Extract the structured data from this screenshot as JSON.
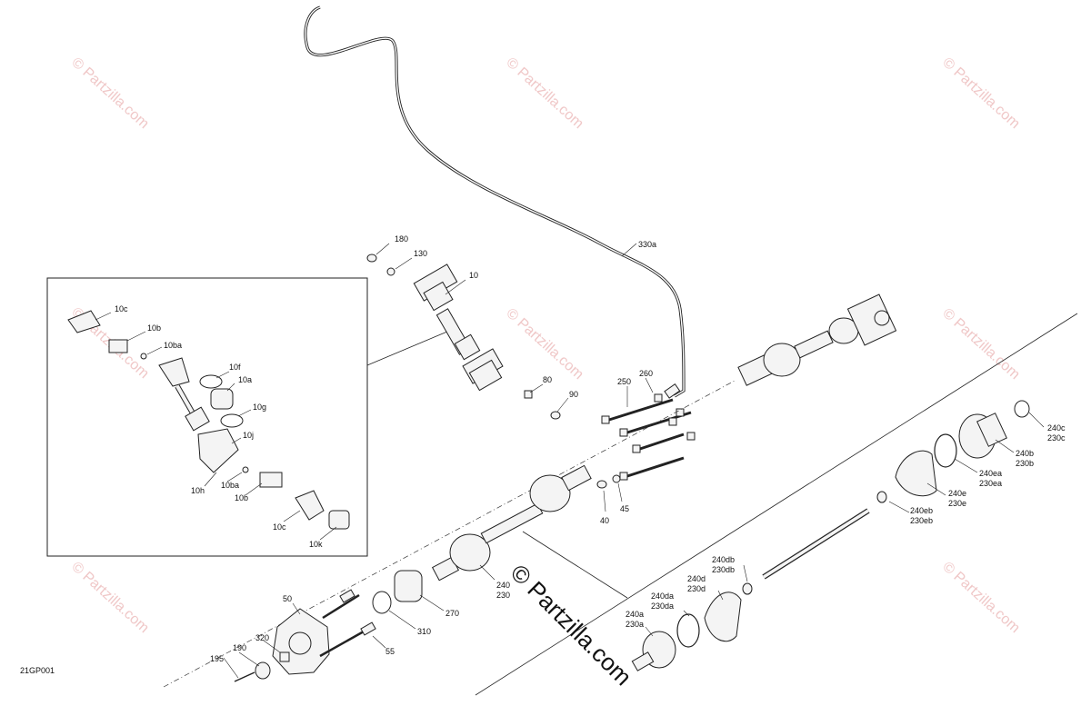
{
  "diagram_code": "21GP001",
  "watermark": {
    "small_text": "© Partzilla.com",
    "large_text": "© Partzilla.com"
  },
  "labels": {
    "p330a": "330a",
    "p180": "180",
    "p130": "130",
    "p10": "10",
    "p80": "80",
    "p90": "90",
    "p250": "250",
    "p260": "260",
    "p40": "40",
    "p45": "45",
    "p240": "240",
    "p230": "230",
    "p270": "270",
    "p310": "310",
    "p50": "50",
    "p55": "55",
    "p195": "195",
    "p190": "190",
    "p320": "320",
    "p240c": "240c",
    "p230c": "230c",
    "p240b": "240b",
    "p230b": "230b",
    "p240ea": "240ea",
    "p230ea": "230ea",
    "p240e": "240e",
    "p230e": "230e",
    "p240eb": "240eb",
    "p230eb": "230eb",
    "p240db": "240db",
    "p230db": "230db",
    "p240d": "240d",
    "p230d": "230d",
    "p240da": "240da",
    "p230da": "230da",
    "p240a": "240a",
    "p230a": "230a",
    "i10c_top": "10c",
    "i10b_top": "10b",
    "i10ba_top": "10ba",
    "i10f": "10f",
    "i10a": "10a",
    "i10g": "10g",
    "i10j": "10j",
    "i10h": "10h",
    "i10ba_bot": "10ba",
    "i10b_bot": "10b",
    "i10c_bot": "10c",
    "i10k": "10k"
  }
}
